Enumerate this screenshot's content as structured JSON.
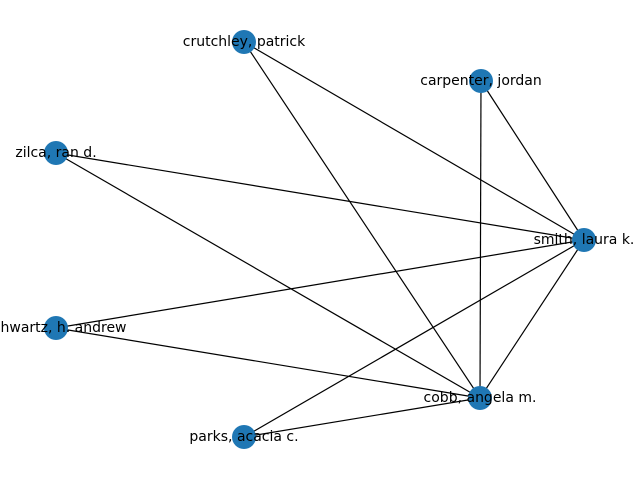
{
  "graph": {
    "node_color": "#1f77b4",
    "edge_color": "#000000",
    "nodes": [
      {
        "id": "crutchley",
        "label": "crutchley, patrick"
      },
      {
        "id": "carpenter",
        "label": "carpenter, jordan"
      },
      {
        "id": "zilca",
        "label": "zilca, ran d."
      },
      {
        "id": "smith",
        "label": "smith, laura k."
      },
      {
        "id": "schwartz",
        "label": "schwartz, h. andrew"
      },
      {
        "id": "cobb",
        "label": "cobb, angela m."
      },
      {
        "id": "parks",
        "label": "parks, acacia c."
      }
    ],
    "edges": [
      [
        "crutchley",
        "smith"
      ],
      [
        "crutchley",
        "cobb"
      ],
      [
        "carpenter",
        "smith"
      ],
      [
        "carpenter",
        "cobb"
      ],
      [
        "zilca",
        "smith"
      ],
      [
        "zilca",
        "cobb"
      ],
      [
        "schwartz",
        "smith"
      ],
      [
        "schwartz",
        "cobb"
      ],
      [
        "parks",
        "smith"
      ],
      [
        "parks",
        "cobb"
      ],
      [
        "smith",
        "cobb"
      ]
    ]
  }
}
